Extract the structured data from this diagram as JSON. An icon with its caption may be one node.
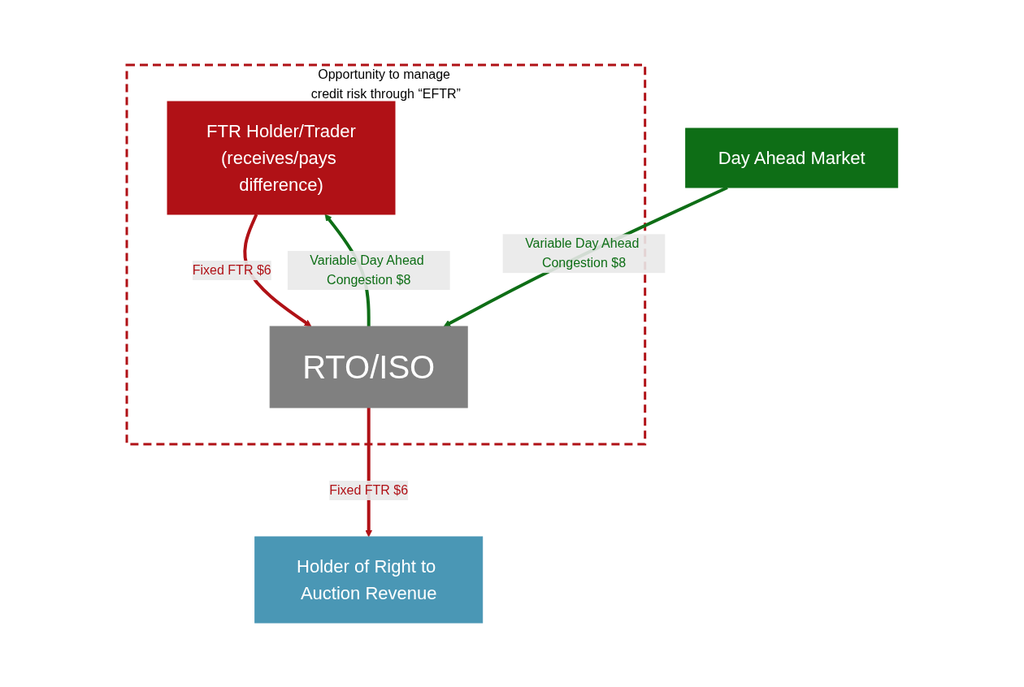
{
  "diagram": {
    "nodes": [
      {
        "text": [
          "Opportunity to manage credit risk through “EFTR”"
        ]
      },
      {
        "text": [
          "FTR Holder/Trader",
          "(receives/pays difference)"
        ],
        "in": 0
      },
      {
        "text": [
          "RTO/ISO"
        ],
        "in": 0
      },
      {
        "text": [
          "Holder of Right to Auction Revenue"
        ]
      },
      {
        "text": [
          "Day Ahead Market"
        ]
      }
    ],
    "edges": [
      {
        "from": 1,
        "to": 2,
        "arrow": "to",
        "label": "Fixed FTR $6",
        "color": "#b01116"
      },
      {
        "from": 2,
        "to": 1,
        "arrow": "to",
        "label": "Variable Day Ahead Congestion $8",
        "color": "#0e6e16"
      },
      {
        "from": 2,
        "to": 3,
        "arrow": "to",
        "label": "Fixed FTR $6",
        "color": "#b01116"
      },
      {
        "from": 4,
        "to": 2,
        "arrow": "to",
        "label": "Variable Day Ahead Congestion $8",
        "color": "#0e6e16"
      }
    ]
  }
}
